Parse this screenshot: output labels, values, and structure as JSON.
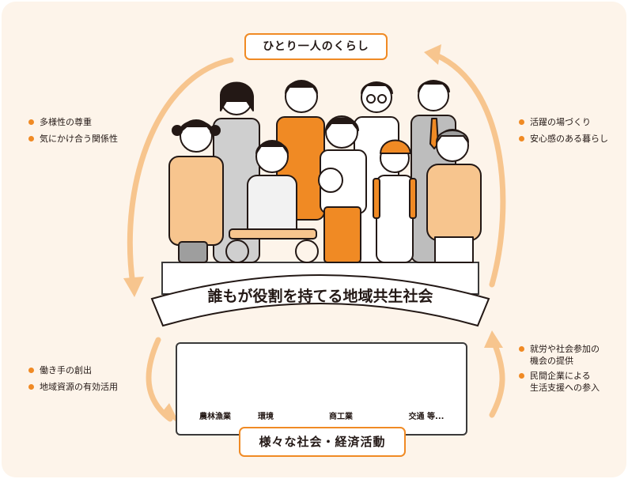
{
  "top_label": "ひとり一人のくらし",
  "left_top_items": [
    "多様性の尊重",
    "気にかけ合う関係性"
  ],
  "right_top_items": [
    "活躍の場づくり",
    "安心感のある暮らし"
  ],
  "banner": "誰もが役割を持てる地域共生社会",
  "left_bottom_items": [
    "働き手の創出",
    "地域資源の有効活用"
  ],
  "right_bottom_items": [
    "就労や社会参加の",
    "機会の提供",
    "民間企業による",
    "生活支援への参入"
  ],
  "activities": [
    "農林漁業",
    "環境",
    "商工業",
    "交通 等..."
  ],
  "bottom_label": "様々な社会・経済活動",
  "colors": {
    "accent": "#f08a24",
    "light_accent": "#f7c58e",
    "background": "#fdf4ea",
    "ink": "#231815"
  },
  "icons": [
    "fish-icon",
    "apple-icon",
    "sprout-icon",
    "factory-icon",
    "shop-icon",
    "bus-icon"
  ]
}
